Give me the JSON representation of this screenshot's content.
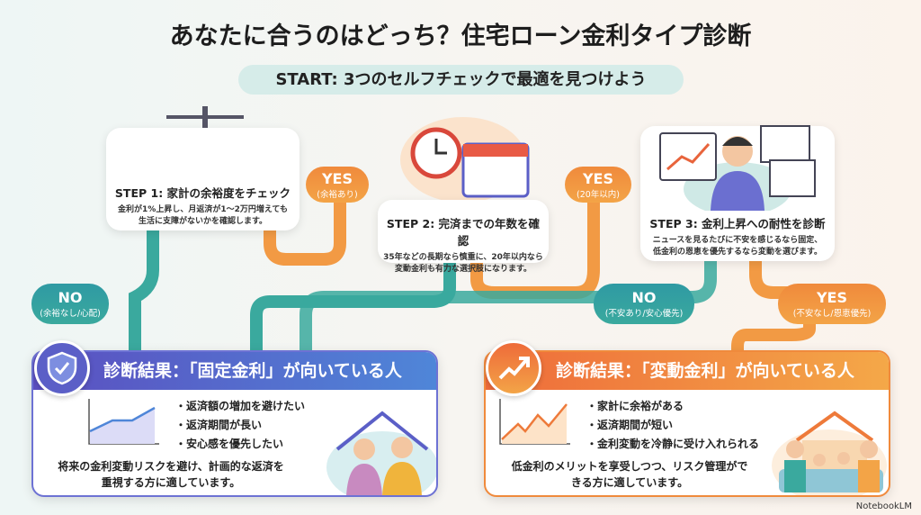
{
  "title": "あなたに合うのはどっち？住宅ローン金利タイプ診断",
  "start": "START: 3つのセルフチェックで最適を見つけよう",
  "steps": [
    {
      "title": "STEP 1: 家計の余裕度をチェック",
      "desc1": "金利が1%上昇し、月返済が1～2万円増えても",
      "desc2": "生活に支障がないかを確認します。"
    },
    {
      "title": "STEP 2: 完済までの年数を確認",
      "desc1": "35年などの長期なら慎重に、20年以内なら",
      "desc2": "変動金利も有力な選択肢になります。"
    },
    {
      "title": "STEP 3: 金利上昇への耐性を診断",
      "desc1": "ニュースを見るたびに不安を感じるなら固定、",
      "desc2": "低金利の恩恵を優先するなら変動を選びます。"
    }
  ],
  "branches": {
    "yes1": {
      "label": "YES",
      "sub": "(余裕あり)"
    },
    "no1": {
      "label": "NO",
      "sub": "(余裕なし/心配)"
    },
    "yes2": {
      "label": "YES",
      "sub": "(20年以内)"
    },
    "no3": {
      "label": "NO",
      "sub": "(不安あり/安心優先)"
    },
    "yes3": {
      "label": "YES",
      "sub": "(不安なし/恩恵優先)"
    }
  },
  "results": {
    "fixed": {
      "title": "診断結果：「固定金利」が向いている人",
      "bullets": [
        "・返済額の増加を避けたい",
        "・返済期間が長い",
        "・安心感を優先したい"
      ],
      "desc1": "将来の金利変動リスクを避け、計画的な返済を",
      "desc2": "重視する方に適しています。"
    },
    "variable": {
      "title": "診断結果：「変動金利」が向いている人",
      "bullets": [
        "・家計に余裕がある",
        "・返済期間が短い",
        "・金利変動を冷静に受け入れられる"
      ],
      "desc1": "低金利のメリットを享受しつつ、リスク管理がで",
      "desc2": "きる方に適しています。"
    }
  },
  "logo": "NotebookLM",
  "colors": {
    "orange": "#f08a3c",
    "teal": "#2f9aa3",
    "purple": "#5b5fc7"
  }
}
